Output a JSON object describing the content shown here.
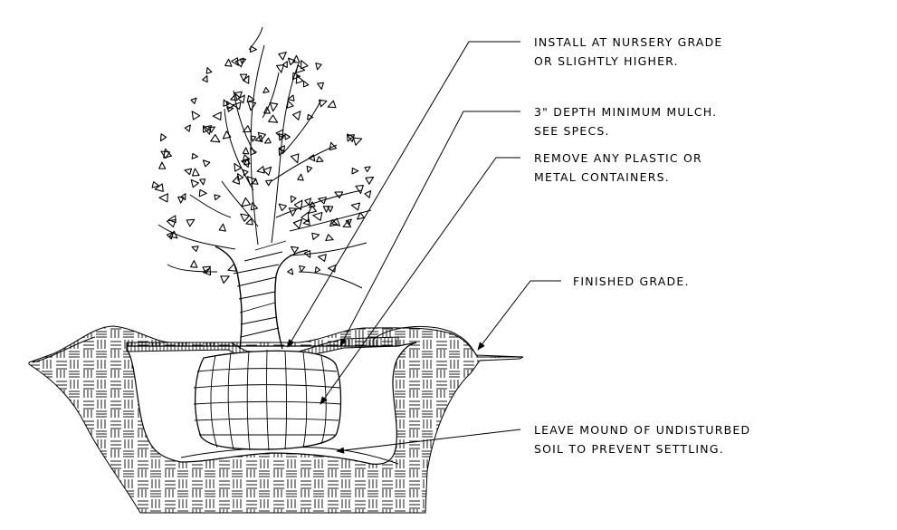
{
  "diagram": {
    "kind": "tree planting detail",
    "line_color": "#000000",
    "background": "#ffffff"
  },
  "notes": {
    "nursery_grade": {
      "line1": "INSTALL AT NURSERY GRADE",
      "line2": "OR SLIGHTLY HIGHER."
    },
    "mulch": {
      "line1": "3\" DEPTH MINIMUM MULCH.",
      "line2": "SEE SPECS."
    },
    "containers": {
      "line1": "REMOVE ANY PLASTIC OR",
      "line2": "METAL CONTAINERS."
    },
    "finished_grade": {
      "line1": "FINISHED GRADE."
    },
    "mound": {
      "line1": "LEAVE MOUND OF UNDISTURBED",
      "line2": "SOIL TO PREVENT SETTLING."
    }
  }
}
